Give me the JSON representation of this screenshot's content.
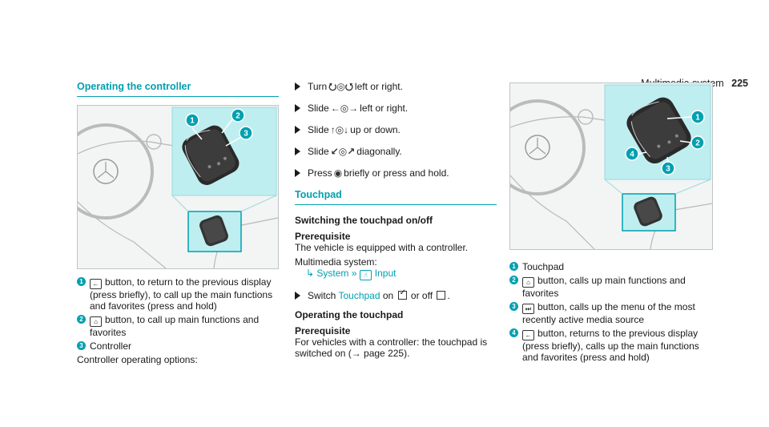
{
  "header": {
    "section": "Multimedia system",
    "page_number": "225"
  },
  "col1": {
    "heading": "Operating the controller",
    "legend": [
      {
        "num": "1",
        "key": "←",
        "text": "button, to return to the previous display (press briefly), to call up the main functions and favorites (press and hold)"
      },
      {
        "num": "2",
        "key": "⌂",
        "text": "button, to call up main functions and favorites"
      },
      {
        "num": "3",
        "key": "",
        "text": "Controller"
      }
    ],
    "footer_text": "Controller operating options:"
  },
  "col2": {
    "steps": [
      {
        "pre": "Turn",
        "sym": "⭮◎⭯",
        "post": "left or right."
      },
      {
        "pre": "Slide",
        "sym": "←◎→",
        "post": "left or right."
      },
      {
        "pre": "Slide",
        "sym": "↑◎↓",
        "post": "up or down."
      },
      {
        "pre": "Slide",
        "sym": "↙◎↗",
        "post": "diagonally."
      },
      {
        "pre": "Press",
        "sym": "◉",
        "post": "briefly or press and hold."
      }
    ],
    "touchpad_heading": "Touchpad",
    "switching_title": "Switching the touchpad on/off",
    "prereq1_label": "Prerequisite",
    "prereq1_text": "The vehicle is equipped with a controller.",
    "mm_label": "Multimedia system:",
    "mm_path": {
      "system": "System",
      "sep": "»",
      "input": "Input"
    },
    "switch_step": {
      "pre": "Switch",
      "link": "Touchpad",
      "on": "on",
      "or_off": "or off",
      "end": "."
    },
    "operating_title": "Operating the touchpad",
    "prereq2_label": "Prerequisite",
    "prereq2_text": "For vehicles with a controller: the touchpad is switched on (→ page 225)."
  },
  "col3": {
    "legend": [
      {
        "num": "1",
        "key": "",
        "text": "Touchpad"
      },
      {
        "num": "2",
        "key": "⌂",
        "text": "button, calls up main functions and favorites"
      },
      {
        "num": "3",
        "key": "⏭",
        "text": "button, calls up the menu of the most recently active media source"
      },
      {
        "num": "4",
        "key": "←",
        "text": "button, returns to the previous display (press briefly), calls up the main functions and favorites (press and hold)"
      }
    ]
  },
  "colors": {
    "accent": "#00a0b0",
    "panel": "#bfeef0"
  }
}
